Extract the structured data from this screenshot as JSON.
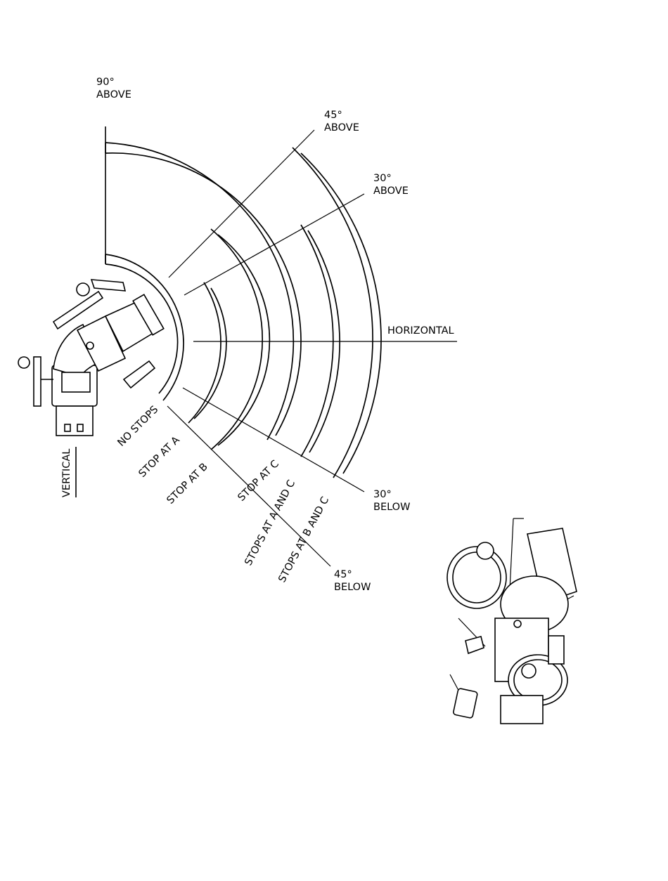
{
  "diagram": {
    "angle_labels": {
      "above_90": [
        "90°",
        "ABOVE"
      ],
      "above_45": [
        "45°",
        "ABOVE"
      ],
      "above_30": [
        "30°",
        "ABOVE"
      ],
      "horizontal": "HORIZONTAL",
      "below_30": [
        "30°",
        "BELOW"
      ],
      "below_45": [
        "45°",
        "BELOW"
      ],
      "vertical": "VERTICAL"
    },
    "ranges": [
      "NO STOPS",
      "STOP AT A",
      "STOP AT B",
      "STOP AT C",
      "STOPS AT A AND C",
      "STOPS AT B AND C"
    ]
  }
}
